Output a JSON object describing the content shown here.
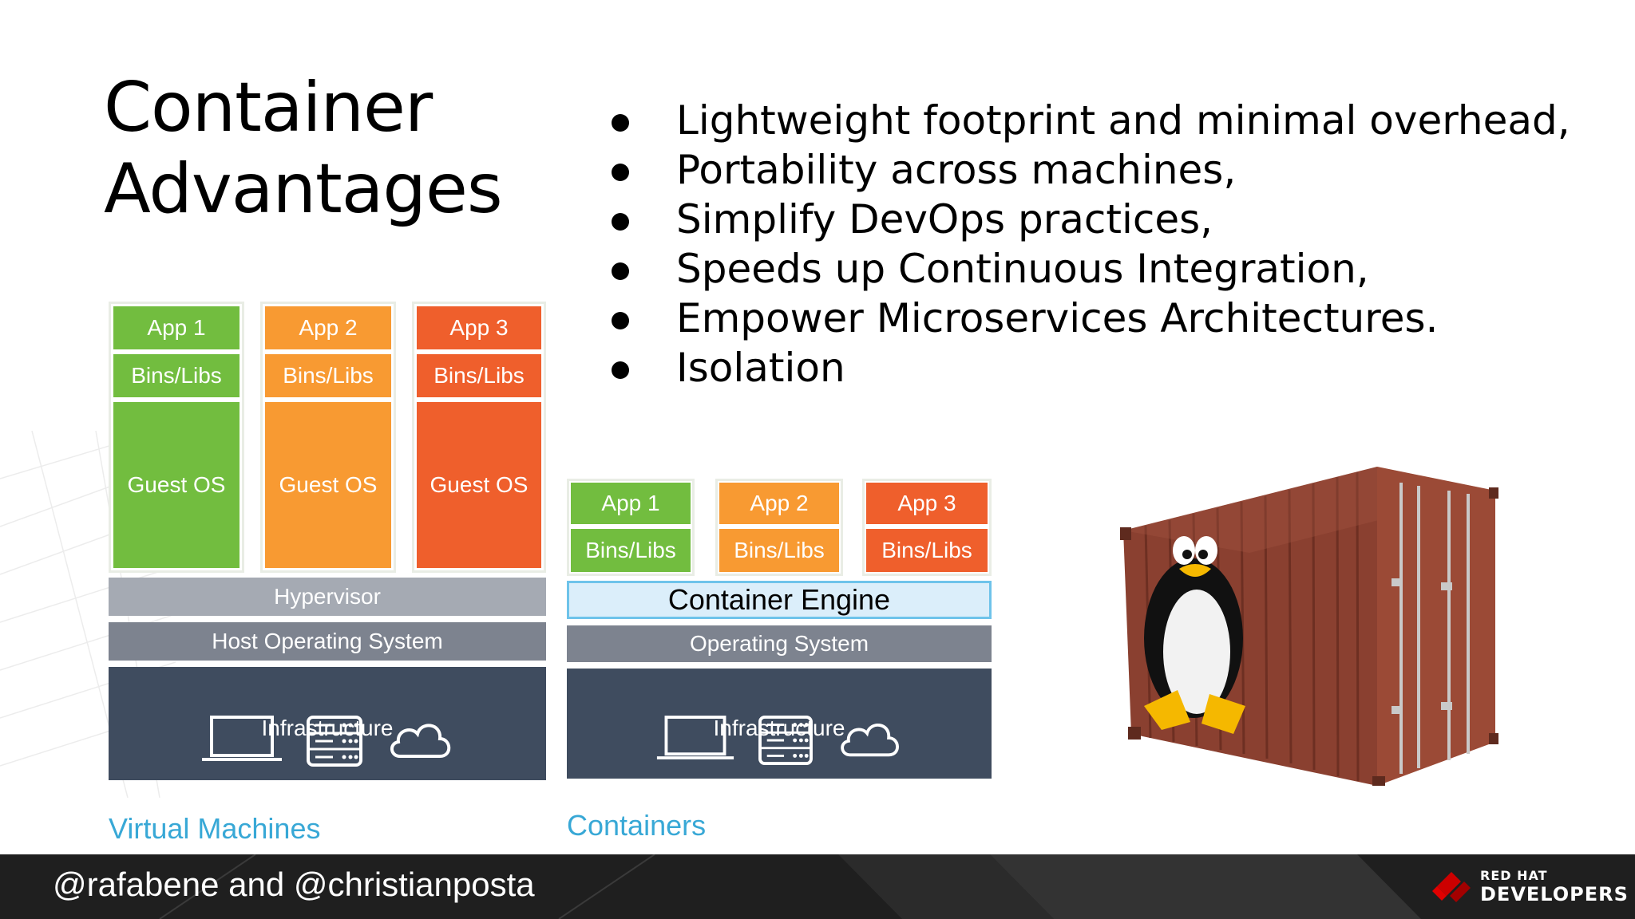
{
  "slide": {
    "title_line1": "Container",
    "title_line2": "Advantages",
    "bullets": [
      "Lightweight footprint and minimal overhead,",
      "Portability across machines,",
      "Simplify DevOps practices,",
      "Speeds up Continuous Integration,",
      "Empower Microservices Architectures.",
      "Isolation"
    ]
  },
  "vm_diagram": {
    "apps": [
      {
        "app": "App 1",
        "libs": "Bins/Libs",
        "os": "Guest OS",
        "color": "#72bd3f"
      },
      {
        "app": "App 2",
        "libs": "Bins/Libs",
        "os": "Guest OS",
        "color": "#f89a32"
      },
      {
        "app": "App 3",
        "libs": "Bins/Libs",
        "os": "Guest OS",
        "color": "#ef5f2c"
      }
    ],
    "hypervisor": "Hypervisor",
    "host_os": "Host Operating System",
    "infrastructure": "Infrastructure",
    "caption": "Virtual Machines"
  },
  "container_diagram": {
    "apps": [
      {
        "app": "App 1",
        "libs": "Bins/Libs",
        "color": "#72bd3f"
      },
      {
        "app": "App 2",
        "libs": "Bins/Libs",
        "color": "#f89a32"
      },
      {
        "app": "App 3",
        "libs": "Bins/Libs",
        "color": "#ef5f2c"
      }
    ],
    "engine": "Container Engine",
    "os": "Operating System",
    "infrastructure": "Infrastructure",
    "caption": "Containers"
  },
  "footer": {
    "handle": "@rafabene and @christianposta",
    "logo_line1": "RED HAT",
    "logo_line2": "DEVELOPERS"
  },
  "icons": [
    "laptop-icon",
    "server-icon",
    "cloud-icon",
    "tux-penguin",
    "shipping-container"
  ]
}
